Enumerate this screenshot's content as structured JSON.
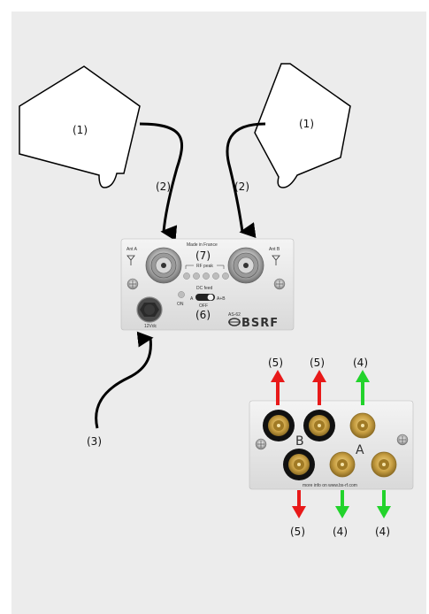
{
  "antennas": {
    "left_label": "(1)",
    "right_label": "(1)"
  },
  "cables": {
    "left_label": "(2)",
    "right_label": "(2)",
    "power_label": "(3)"
  },
  "front_panel": {
    "ant_a_label": "Ant A",
    "ant_b_label": "Ant B",
    "made_in": "Made in France",
    "badge_7": "(7)",
    "rf_peak_label": "RF peak",
    "dc_feed_label": "DC feed",
    "on_label": "ON",
    "a_label": "A",
    "ab_label": "A+B",
    "off_label": "OFF",
    "badge_6": "(6)",
    "model": "AS-62",
    "brand": "BSRF",
    "power_jack_label": "12Vdc"
  },
  "rear_panel": {
    "letter_b": "B",
    "letter_a": "A",
    "website": "more info on www.bs-rf.com",
    "out_top_1": "(5)",
    "out_top_2": "(5)",
    "out_top_3": "(4)",
    "out_bottom_1": "(5)",
    "out_bottom_2": "(4)",
    "out_bottom_3": "(4)"
  },
  "colors": {
    "arrow_b": "#e81919",
    "arrow_a": "#22d32b",
    "background": "#ececec",
    "panel": "#e8e8e8",
    "gold": "#c8a040"
  }
}
